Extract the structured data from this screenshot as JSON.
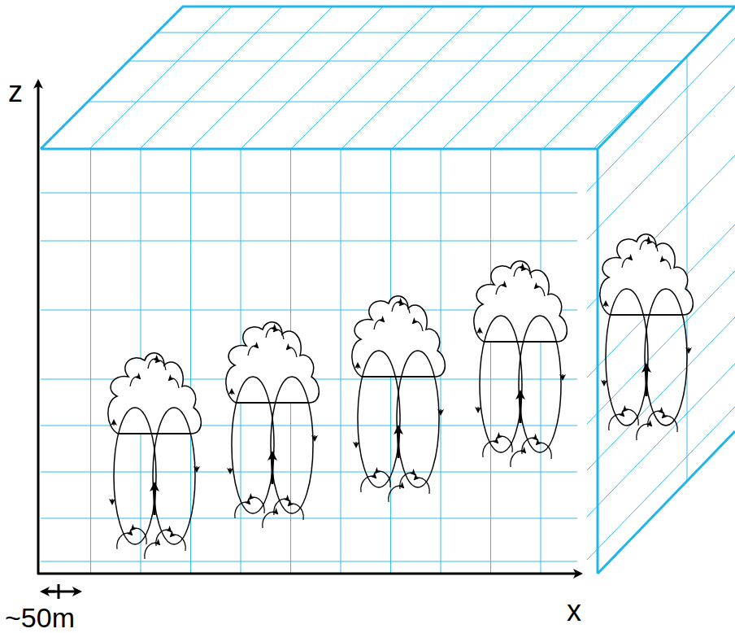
{
  "diagram": {
    "labels": [
      "z",
      "x",
      "~50m"
    ]
  }
}
